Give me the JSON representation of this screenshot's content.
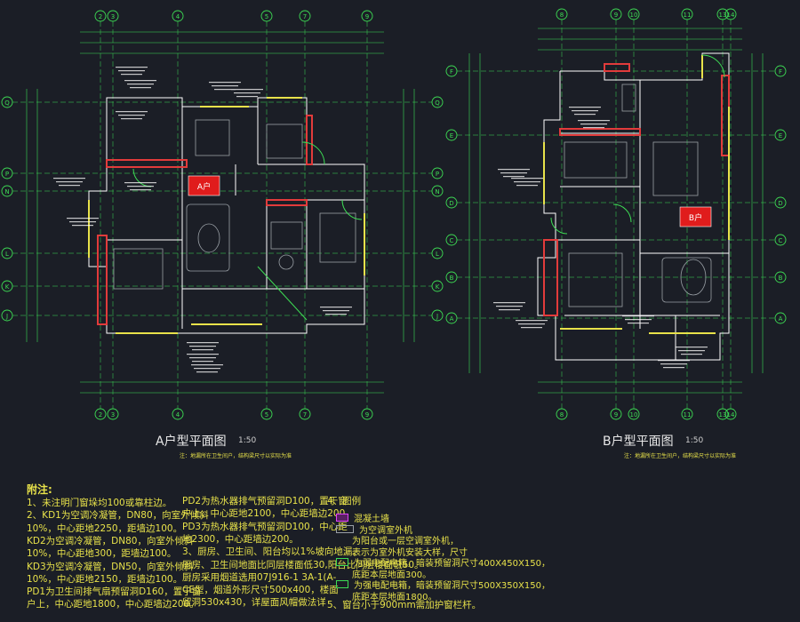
{
  "plans": [
    {
      "id": "A",
      "title": "A户型平面图",
      "scale": "1:50",
      "subnote": "注：地漏所在卫生间户，结构梁尺寸以实际为准"
    },
    {
      "id": "B",
      "title": "B户型平面图",
      "scale": "1:50",
      "subnote": "注：地漏所在卫生间户，结构梁尺寸以实际为准"
    }
  ],
  "axes": {
    "planA_top": [
      "2",
      "3",
      "4",
      "5",
      "7",
      "9"
    ],
    "planA_left": [
      "Q",
      "P",
      "N",
      "L",
      "K",
      "J"
    ],
    "planA_right": [
      "Q",
      "P",
      "N",
      "L",
      "K",
      "J"
    ],
    "planB_top": [
      "8",
      "9",
      "10",
      "11",
      "13",
      "14"
    ],
    "planB_left": [
      "F",
      "E",
      "D",
      "C",
      "B",
      "A"
    ],
    "planB_right": [
      "F",
      "E",
      "D",
      "C",
      "B",
      "A"
    ]
  },
  "notes": {
    "heading": "附注:",
    "col1": [
      "1、未注明门窗垛均100或靠柱边。",
      "2、KD1为空调冷凝管，DN80，向室外倾斜",
      "   10%，中心距地2250，距墙边100。",
      "   KD2为空调冷凝管，DN80，向室外倾斜",
      "   10%，中心距地300，距墙边100。",
      "   KD3为空调冷凝管，DN50，向室外倾斜",
      "   10%，中心距地2150，距墙边100。",
      "   PD1为卫生间排气扇预留洞D160，置于窗",
      "   户上，中心距地1800，中心距墙边200。"
    ],
    "col2": [
      "PD2为热水器排气预留洞D100，置于窗",
      "户上，中心距地2100，中心距墙边200。",
      "PD3为热水器排气预留洞D100，中心距",
      "地2300，中心距墙边200。",
      "3、厨房、卫生间、阳台均以1%坡向地漏。",
      "厨房、卫生间地面比同层楼面低30,阳台比同层楼面低50。",
      "厨房采用烟道选用07J916-1 3A-1(A-",
      "CE型，烟道外形尺寸500x400，楼面",
      "留洞530x430，详屋面风帽做法详"
    ],
    "col3_heading": "4、图例",
    "legend": [
      {
        "sym": "wall",
        "label": "混凝土墙"
      },
      {
        "sym": "ac",
        "label": "为空调室外机"
      },
      {
        "sym": "",
        "label": "为阳台或一层空调室外机，"
      },
      {
        "sym": "",
        "label": "表示为室外机安装大样，尺寸"
      },
      {
        "sym": "box1",
        "label": "为弱电配电箱，暗装预留洞尺寸400X450X150，"
      },
      {
        "sym": "",
        "label": "底距本层地面300。"
      },
      {
        "sym": "box2",
        "label": "为强电配电箱，暗装预留洞尺寸500X350X150，"
      },
      {
        "sym": "",
        "label": "底距本层地面1800。"
      }
    ],
    "col3_last": "5、窗台小于900mm需加护窗栏杆。"
  },
  "room_tags": {
    "A": "A户",
    "B": "B户"
  }
}
